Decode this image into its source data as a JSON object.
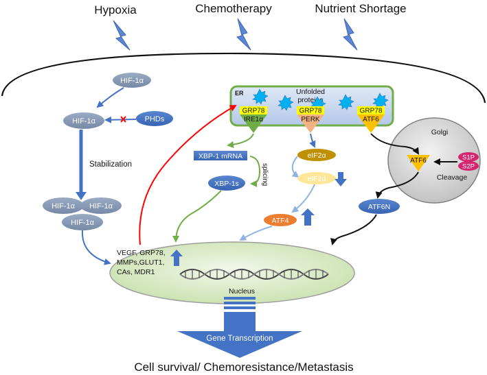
{
  "stimuli": {
    "hypoxia": "Hypoxia",
    "chemotherapy": "Chemotherapy",
    "nutrient": "Nutrient Shortage"
  },
  "hif": {
    "top": "HIF-1α",
    "mid": "HIF-1α",
    "phds": "PHDs",
    "stabilization": "Stabilization",
    "trimer_left": "HIF-1α",
    "trimer_right": "HIF-1α",
    "trimer_bottom": "HIF-1α"
  },
  "er": {
    "label": "ER",
    "unfolded": "Unfolded\nproteins",
    "grp78_ire1": "GRP78",
    "ire1": "IRE1α",
    "grp78_perk": "GRP78",
    "perk": "PERK",
    "grp78_atf6": "GRP78",
    "atf6": "ATF6"
  },
  "ire1_branch": {
    "xbp1_mrna": "XBP-1 mRNA",
    "splicing": "splicing",
    "xbp1s": "XBP-1s"
  },
  "perk_branch": {
    "eif2a_p": "eIF2α",
    "eif2a": "eIF2α",
    "atf4": "ATF4"
  },
  "golgi": {
    "label": "Golgi",
    "atf6": "ATF6",
    "s1p": "S1P",
    "s2p": "S2P",
    "cleavage": "Cleavage",
    "atf6n": "ATF6N"
  },
  "nucleus": {
    "targets": [
      "VEGF, GRP78,",
      "MMPs,GLUT1,",
      "CAs, MDR1"
    ],
    "label": "Nucleus"
  },
  "gene_transcription": "Gene Transcription",
  "outcome": "Cell survival/ Chemoresistance/Metastasis",
  "colors": {
    "hif_node": "#8497b0",
    "blue_node": "#4472c4",
    "arrow_blue": "#4472c4",
    "arrow_green": "#70ad47",
    "arrow_red": "#ff0000",
    "er_fill": "#c5d6ef",
    "er_border": "#70ad47",
    "grp78": "#ffff00",
    "ire1": "#70ad47",
    "perk": "#f4b183",
    "atf6": "#ffc000",
    "eif2a_p": "#bf9000",
    "eif2a": "#ffe699",
    "atf4": "#ed7d31",
    "s1p_s2p": "#d6246e",
    "golgi_fill": "#d9d9d9",
    "nucleus_fill": "#d7e9c4"
  }
}
